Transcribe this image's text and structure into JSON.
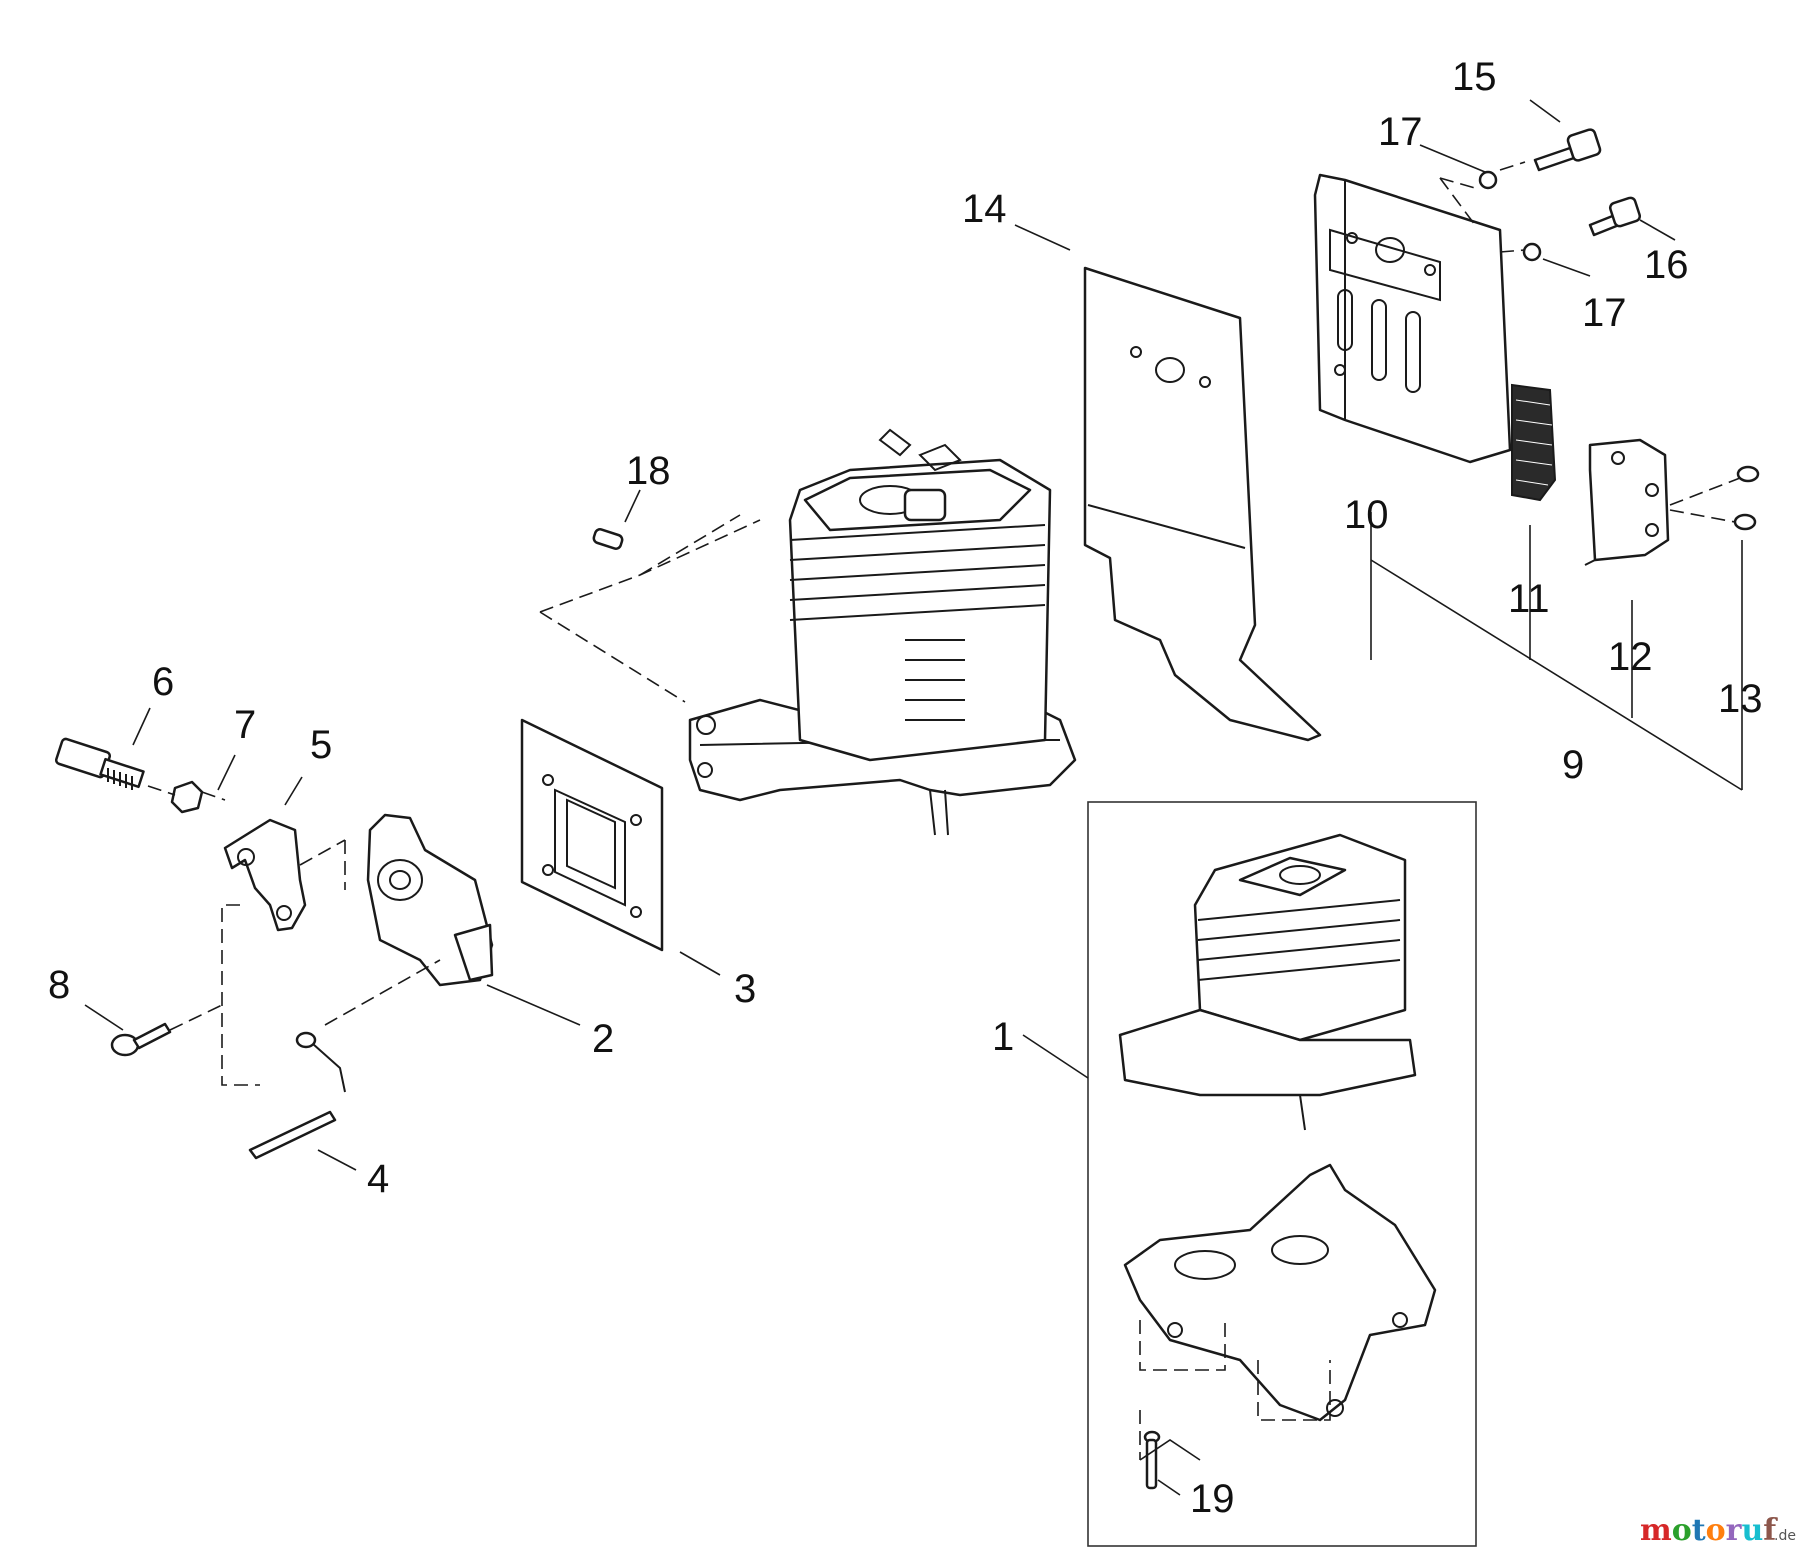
{
  "diagram": {
    "callouts": [
      "1",
      "2",
      "3",
      "4",
      "5",
      "6",
      "7",
      "8",
      "9",
      "10",
      "11",
      "12",
      "13",
      "14",
      "15",
      "16",
      "17",
      "17",
      "18",
      "19"
    ]
  },
  "watermark": {
    "text": "motoruf",
    "suffix": ".de",
    "colors": [
      "#d62728",
      "#2ca02c",
      "#1f77b4",
      "#ff7f0e",
      "#9467bd",
      "#17becf",
      "#8c564b"
    ]
  }
}
